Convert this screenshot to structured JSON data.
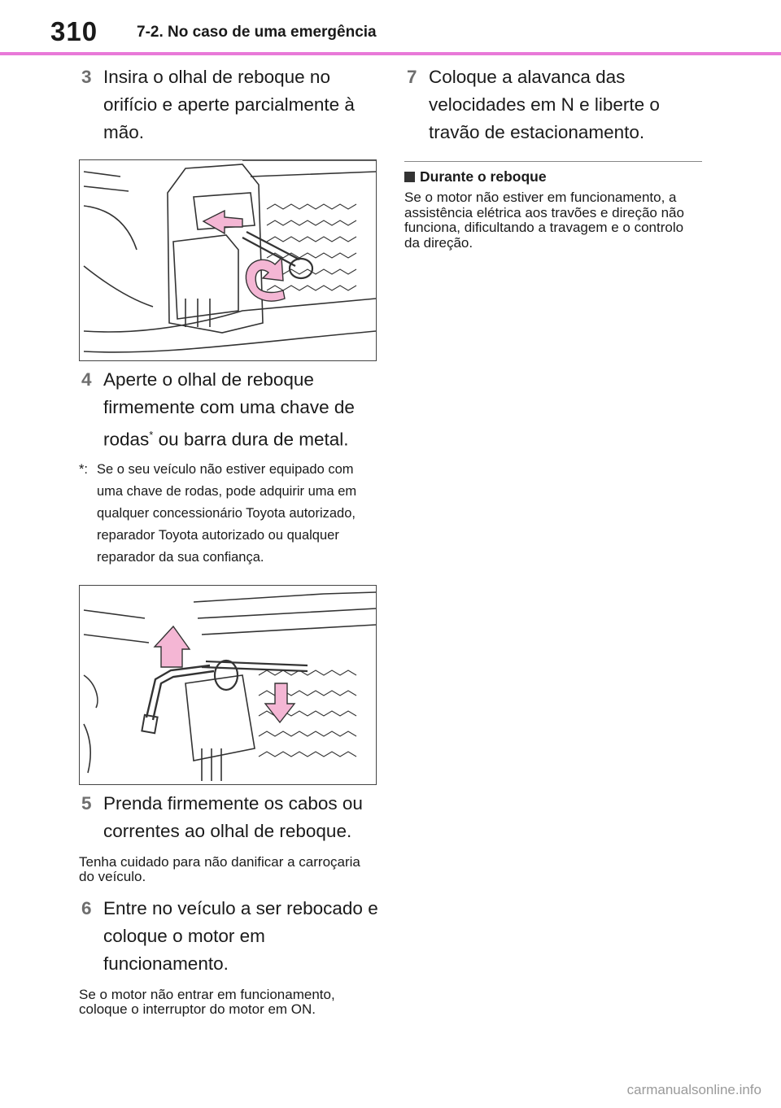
{
  "header": {
    "page_number": "310",
    "section_title": "7-2. No caso de uma emergência"
  },
  "left": {
    "step3": {
      "num": "3",
      "text": "Insira o olhal de reboque no orifício e aperte parcialmente à mão."
    },
    "step4": {
      "num": "4",
      "text_a": "Aperte o olhal de reboque firmemente com uma chave de rodas",
      "sup": "*",
      "text_b": " ou barra dura de metal."
    },
    "footnote": {
      "mark": "*:",
      "text": "Se o seu veículo não estiver equipado com uma chave de rodas, pode adquirir uma em qualquer concessionário Toyota autorizado, reparador Toyota autorizado ou qualquer reparador da sua confiança."
    },
    "step5": {
      "num": "5",
      "text": "Prenda firmemente os cabos ou correntes ao olhal de reboque."
    },
    "step5_note": "Tenha cuidado para não danificar a carroçaria do veículo.",
    "step6": {
      "num": "6",
      "text": "Entre no veículo a ser rebocado e coloque o motor em funcionamento."
    },
    "step6_note": "Se o motor não entrar em funcionamento, coloque o interruptor do motor em ON."
  },
  "right": {
    "step7": {
      "num": "7",
      "text": "Coloque a alavanca das velocidades em N e liberte o travão de estacionamento."
    },
    "subhead": "Durante o reboque",
    "body": "Se o motor não estiver em funcionamento, a assistência elétrica aos travões e direção não funciona, dificultando a travagem e o controlo da direção."
  },
  "footer": {
    "watermark": "carmanualsonline.info"
  },
  "colors": {
    "accent_pink": "#e879d8",
    "arrow_fill": "#f4b6d4"
  }
}
